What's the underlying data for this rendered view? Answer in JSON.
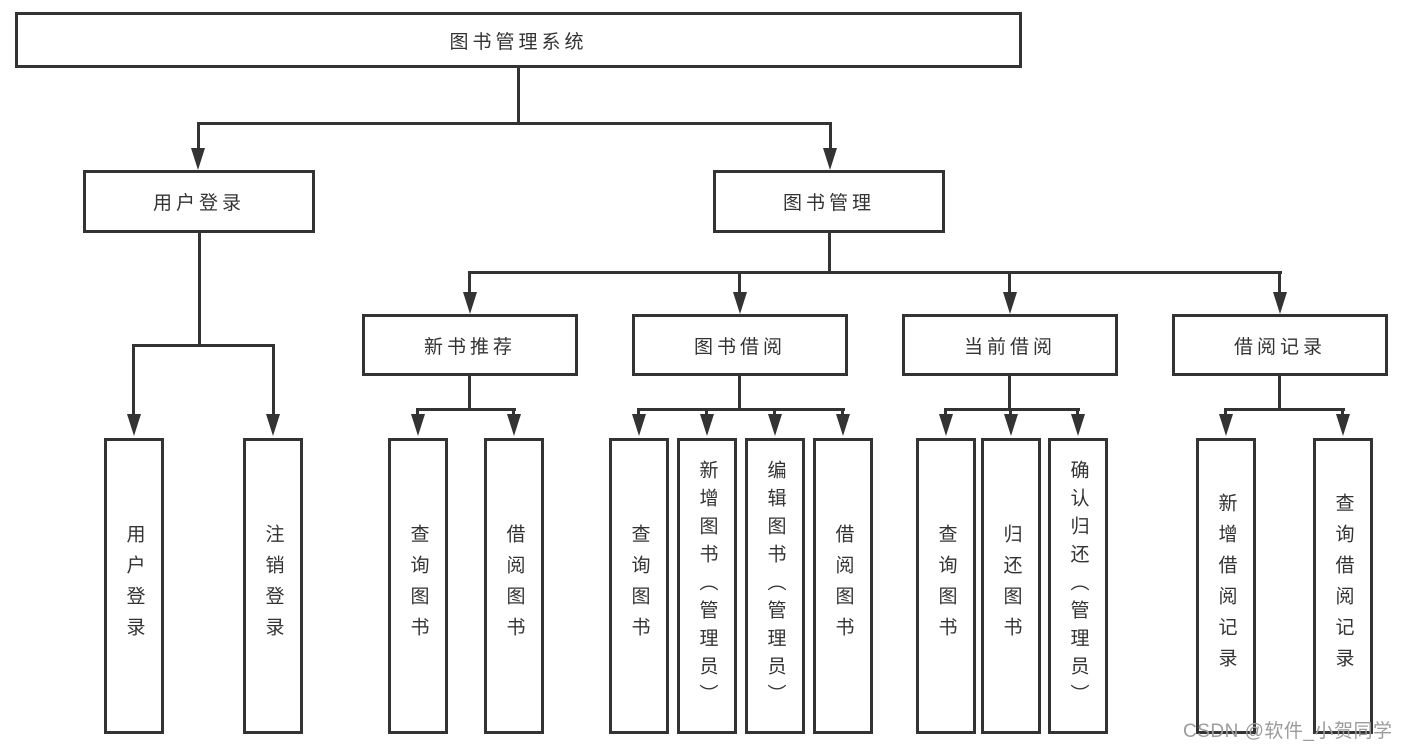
{
  "diagram": {
    "root": {
      "label": "图书管理系统"
    },
    "branches": [
      {
        "label": "用户登录",
        "children": [
          {
            "label": "用户登录"
          },
          {
            "label": "注销登录"
          }
        ]
      },
      {
        "label": "图书管理",
        "children": [
          {
            "label": "新书推荐",
            "children": [
              {
                "label": "查询图书"
              },
              {
                "label": "借阅图书"
              }
            ]
          },
          {
            "label": "图书借阅",
            "children": [
              {
                "label": "查询图书"
              },
              {
                "label": "新增图书（管理员）"
              },
              {
                "label": "编辑图书（管理员）"
              },
              {
                "label": "借阅图书"
              }
            ]
          },
          {
            "label": "当前借阅",
            "children": [
              {
                "label": "查询图书"
              },
              {
                "label": "归还图书"
              },
              {
                "label": "确认归还（管理员）"
              }
            ]
          },
          {
            "label": "借阅记录",
            "children": [
              {
                "label": "新增借阅记录"
              },
              {
                "label": "查询借阅记录"
              }
            ]
          }
        ]
      }
    ]
  },
  "watermark": {
    "text": "CSDN @软件_小贺同学"
  },
  "colors": {
    "line": "#333333",
    "text": "#333333",
    "background": "#ffffff",
    "box_background": "#ffffff",
    "watermark": "#9c9c9c"
  }
}
